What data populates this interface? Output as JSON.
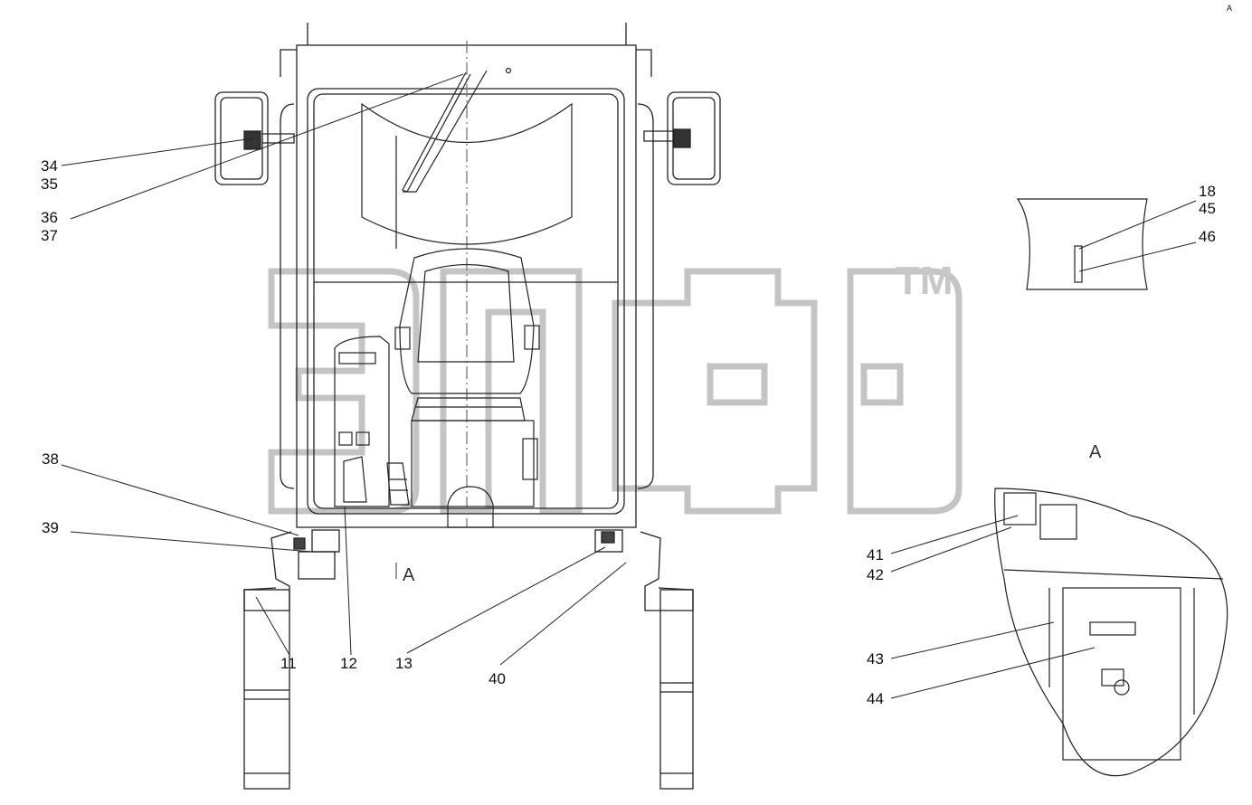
{
  "drawing": {
    "callouts": {
      "c34": "34",
      "c35": "35",
      "c36": "36",
      "c37": "37",
      "c38": "38",
      "c39": "39",
      "c11": "11",
      "c12": "12",
      "c13": "13",
      "c40": "40",
      "c18": "18",
      "c45": "45",
      "c46": "46",
      "c41": "41",
      "c42": "42",
      "c43": "43",
      "c44": "44"
    },
    "view_marker": "A",
    "section_marker": "A",
    "detail_label": "A"
  },
  "watermark": {
    "trademark": "TM"
  },
  "colors": {
    "line": "#222222",
    "thin": "#555555",
    "watermark": "#bdbdbd"
  }
}
